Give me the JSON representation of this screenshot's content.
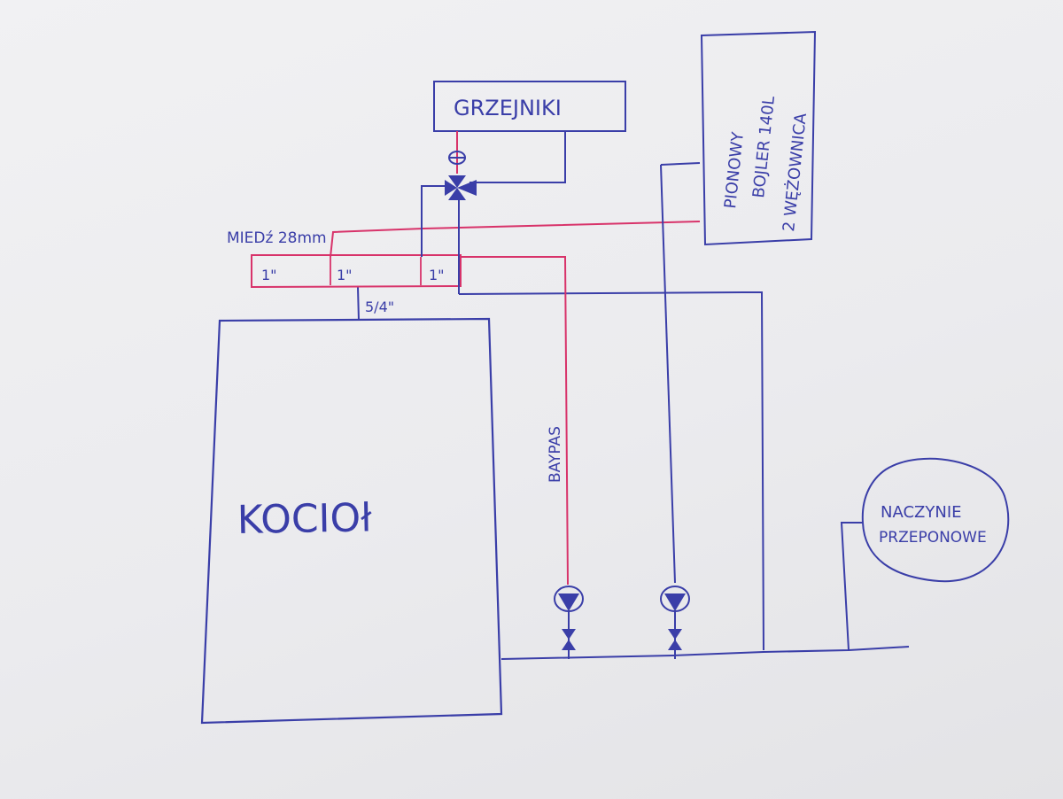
{
  "diagram": {
    "labels": {
      "kociol": "KOCIOł",
      "grzejniki": "GRZEJNIKI",
      "boiler_line1": "PIONOWY",
      "boiler_line2": "BOJLER 140L",
      "boiler_line3": "2 WĘŻOWNICA",
      "miedz": "MIEDź 28mm",
      "pipe_1_a": "1\"",
      "pipe_1_b": "1\"",
      "pipe_1_c": "1\"",
      "pipe_5_4": "5/4\"",
      "bypass": "BAYPAS",
      "vessel_line1": "NACZYNIE",
      "vessel_line2": "PRZEPONOWE"
    },
    "colors": {
      "ink_blue": "#3a3ea8",
      "ink_red": "#d8336a",
      "paper": "#ececef"
    },
    "icons": [
      "three-way-valve-icon",
      "pump-icon",
      "check-valve-icon"
    ]
  }
}
